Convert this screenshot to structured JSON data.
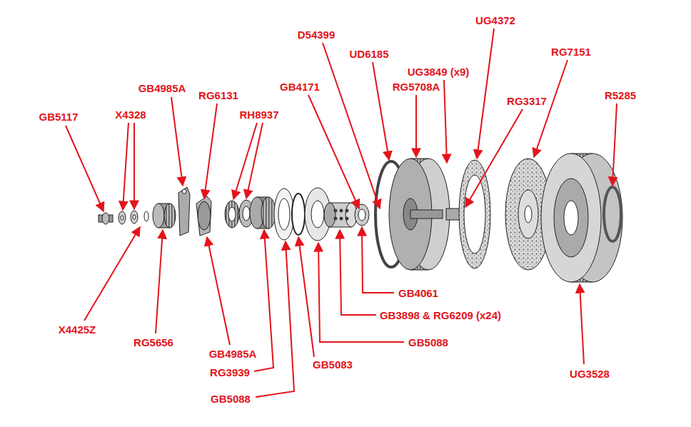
{
  "diagram": {
    "labels": [
      "GB5117",
      "X4328",
      "GB4985A",
      "RG6131",
      "RH8937",
      "GB4171",
      "D54399",
      "UD6185",
      "RG5708A",
      "UG3849 (x9)",
      "UG4372",
      "RG3317",
      "RG7151",
      "R5285",
      "X4425Z",
      "RG5656",
      "GB4985A",
      "RG3939",
      "GB5088",
      "GB5083",
      "GB5088",
      "GB4061",
      "GB3898 & RG6209 (x24)",
      "UG3528"
    ]
  }
}
